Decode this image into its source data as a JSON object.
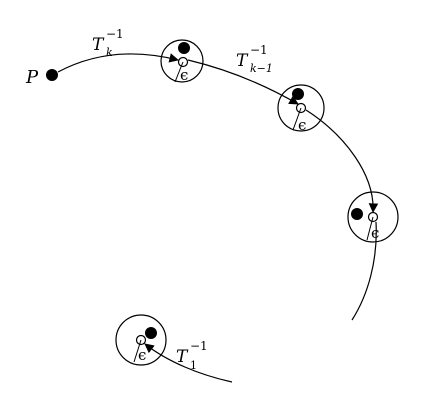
{
  "labels": {
    "point": "P",
    "eps": "ϵ",
    "t_k": "T",
    "t_k_sub": "k",
    "t_km1": "T",
    "t_km1_sub": "k−1",
    "t_1": "T",
    "t_1_sub": "1",
    "inverse_sup": "−1"
  },
  "colors": {
    "stroke": "#000000",
    "dot": "#000000",
    "background": "#ffffff"
  }
}
